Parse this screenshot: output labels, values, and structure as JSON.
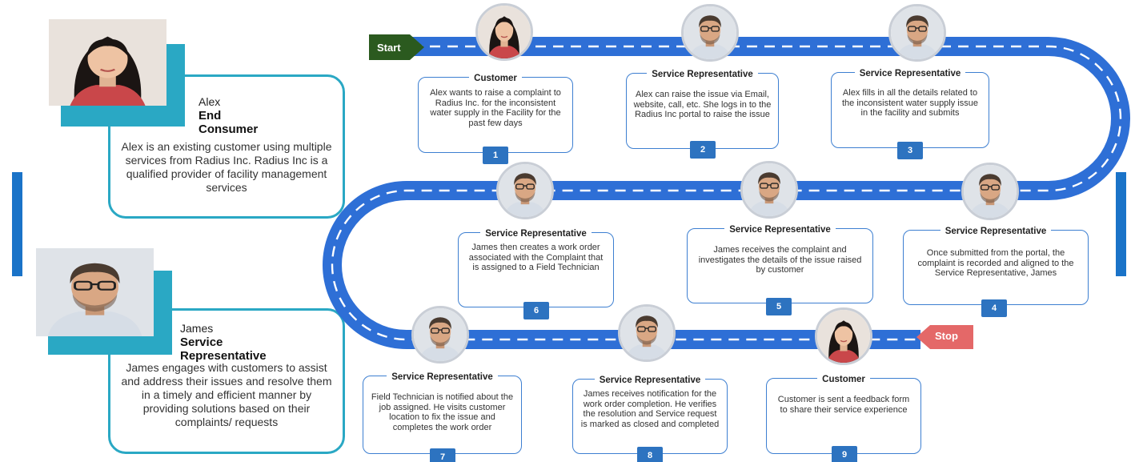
{
  "colors": {
    "road": "#2e6fd6",
    "teal": "#2aa8c4",
    "badge": "#2d73c0",
    "start_flag": "#2b5a1f",
    "stop_flag": "#e46868"
  },
  "flags": {
    "start": "Start",
    "stop": "Stop"
  },
  "personas": {
    "alex": {
      "name": "Alex",
      "role": "End Consumer",
      "description": "Alex is an existing customer using multiple services from Radius Inc. Radius Inc is a qualified provider of facility management services",
      "photo_icon": "woman-portrait-icon"
    },
    "james": {
      "name": "James",
      "role": "Service Representative",
      "description": "James engages with customers to assist and address their issues and resolve them in a timely and efficient manner by providing solutions based on their complaints/ requests",
      "photo_icon": "man-portrait-icon"
    }
  },
  "steps": [
    {
      "number": "1",
      "title": "Customer",
      "text": "Alex wants to raise a complaint to Radius Inc. for the inconsistent water supply in the Facility for the past few days",
      "avatar": "woman-avatar-icon"
    },
    {
      "number": "2",
      "title": "Service Representative",
      "text": "Alex can raise the issue via Email, website, call, etc. She logs in to the Radius Inc portal to raise the issue",
      "avatar": "man-avatar-icon"
    },
    {
      "number": "3",
      "title": "Service Representative",
      "text": "Alex fills in all the details related to the inconsistent water supply issue in the facility and submits",
      "avatar": "man-avatar-icon"
    },
    {
      "number": "4",
      "title": "Service Representative",
      "text": "Once submitted from the portal, the complaint is recorded and aligned to the Service Representative, James",
      "avatar": "man-avatar-icon"
    },
    {
      "number": "5",
      "title": "Service Representative",
      "text": "James receives the complaint and investigates the details of the issue raised by customer",
      "avatar": "man-avatar-icon"
    },
    {
      "number": "6",
      "title": "Service Representative",
      "text": "James then creates a work order associated with the Complaint that is assigned to a Field Technician",
      "avatar": "man-avatar-icon"
    },
    {
      "number": "7",
      "title": "Service Representative",
      "text": "Field Technician is notified about the job assigned. He visits customer location to fix the issue and completes the work order",
      "avatar": "man-avatar-icon"
    },
    {
      "number": "8",
      "title": "Service Representative",
      "text": "James receives notification for the work order completion. He verifies the resolution and Service request is marked as closed and completed",
      "avatar": "man-avatar-icon"
    },
    {
      "number": "9",
      "title": "Customer",
      "text": "Customer is sent a feedback form to share their service experience",
      "avatar": "woman-avatar-icon"
    }
  ]
}
